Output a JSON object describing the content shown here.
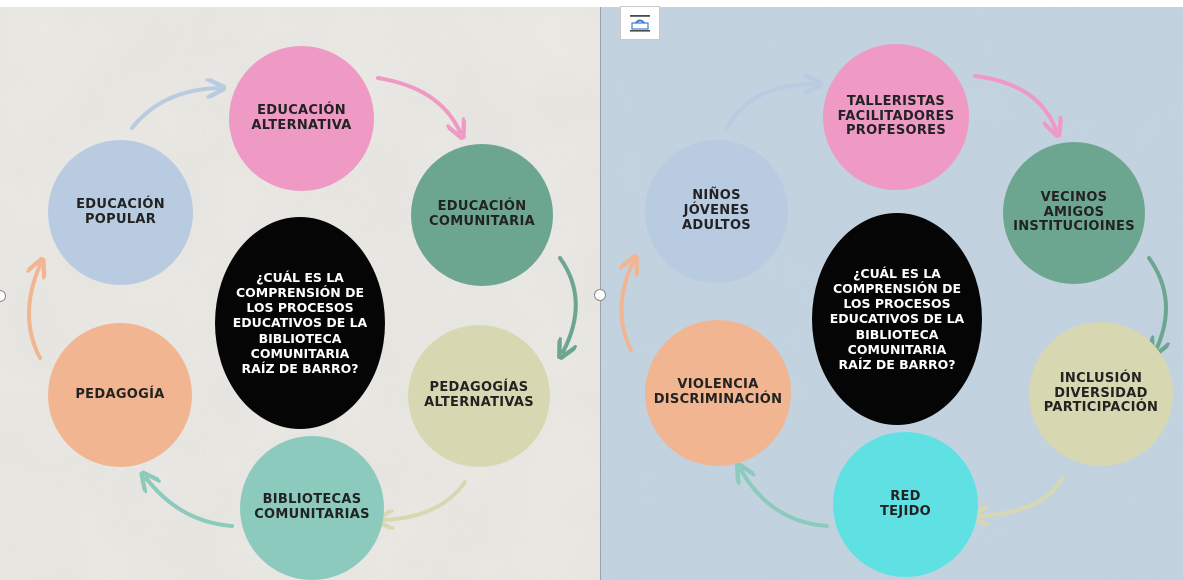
{
  "colors": {
    "pink": "#ee9ac4",
    "green": "#6da690",
    "sage": "#d7d8b2",
    "teal": "#8bcabd",
    "peach": "#f1b691",
    "blue": "#b8cbe1",
    "cyan": "#5fe1e4",
    "center": "#050505",
    "left_background": "#ebe9e4",
    "right_background": "#c4d3e0"
  },
  "left_diagram": {
    "center_question": "¿CUÁL ES LA\nCOMPRENSIÓN DE\nLOS PROCESOS\nEDUCATIVOS DE LA\nBIBLIOTECA\nCOMUNITARIA\nRAÍZ DE BARRO?",
    "nodes": [
      {
        "label": "EDUCACIÓN\nALTERNATIVA",
        "color": "pink"
      },
      {
        "label": "EDUCACIÓN\nCOMUNITARIA",
        "color": "green"
      },
      {
        "label": "PEDAGOGÍAS\nALTERNATIVAS",
        "color": "sage"
      },
      {
        "label": "BIBLIOTECAS\nCOMUNITARIAS",
        "color": "teal"
      },
      {
        "label": "PEDAGOGÍA",
        "color": "peach"
      },
      {
        "label": "EDUCACIÓN\nPOPULAR",
        "color": "blue"
      }
    ]
  },
  "right_diagram": {
    "center_question": "¿CUÁL ES LA\nCOMPRENSIÓN DE\nLOS PROCESOS\nEDUCATIVOS DE LA\nBIBLIOTECA\nCOMUNITARIA\nRAÍZ DE BARRO?",
    "nodes": [
      {
        "label": "TALLERISTAS\nFACILITADORES\nPROFESORES",
        "color": "pink"
      },
      {
        "label": "VECINOS\nAMIGOS\nINSTITUCIOINES",
        "color": "green"
      },
      {
        "label": "INCLUSIÓN\nDIVERSIDAD\nPARTICIPACIÓN",
        "color": "sage"
      },
      {
        "label": "RED\nTEJIDO",
        "color": "cyan"
      },
      {
        "label": "VIOLENCIA\nDISCRIMINACIÓN",
        "color": "peach"
      },
      {
        "label": "NIÑOS\nJÓVENES\nADULTOS",
        "color": "blue"
      }
    ]
  },
  "toolbar": {
    "layout_icon": "wrap-text-icon"
  }
}
